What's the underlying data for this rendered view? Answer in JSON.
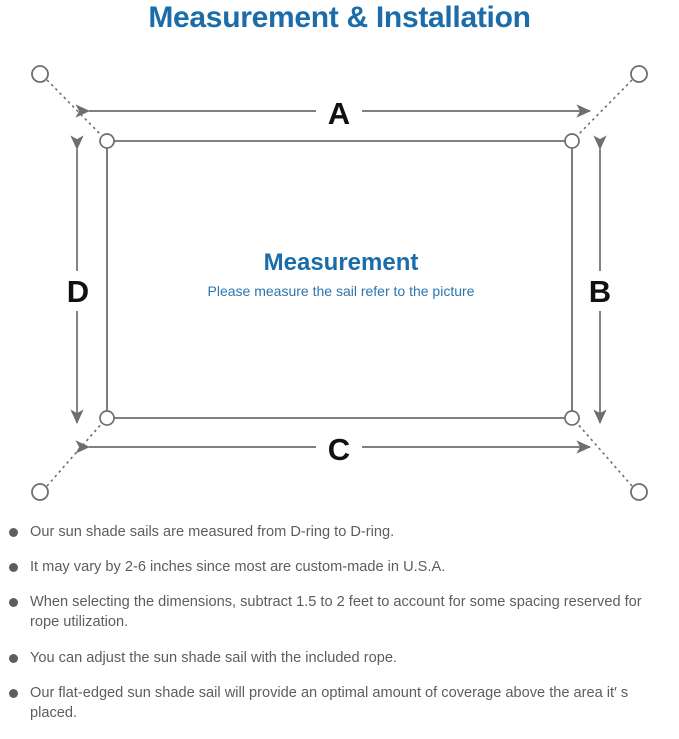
{
  "title": "Measurement & Installation",
  "colors": {
    "title_blue": "#1b6ca8",
    "sub_blue": "#2b76b0",
    "line_gray": "#6e6e6e",
    "text_gray": "#5d5d5d",
    "label_black": "#111111"
  },
  "diagram": {
    "name": "sun-shade-sail-measurement-diagram",
    "center_title": "Measurement",
    "center_subtitle": "Please measure the sail refer to the picture",
    "dimension_labels": {
      "top": "A",
      "right": "B",
      "bottom": "C",
      "left": "D"
    },
    "d_ring_count": 4,
    "anchor_point_count": 4,
    "shape": "rectangle"
  },
  "notes": [
    "Our sun shade sails are measured from D-ring to D-ring.",
    "It may vary by 2-6 inches since most are custom-made in U.S.A.",
    "When selecting the dimensions, subtract 1.5 to 2 feet to account for some spacing reserved for rope utilization.",
    "You can adjust the sun shade sail with the included rope.",
    "Our flat-edged sun shade sail will provide an optimal amount of coverage above the area it′ s placed."
  ]
}
